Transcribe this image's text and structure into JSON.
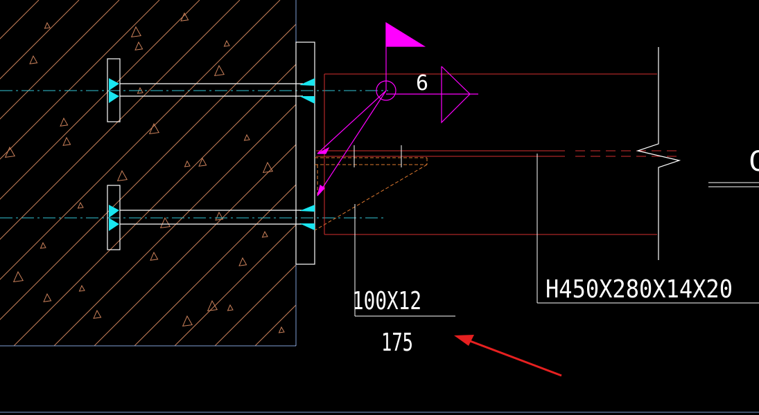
{
  "drawing": {
    "plate_label": "100X12",
    "plate_length": "175",
    "beam_label": "H450X280X14X20",
    "weld_size": "6",
    "cut_off_label": "C"
  },
  "colors": {
    "background": "#000000",
    "concrete_hatch": "#c9805a",
    "concrete_edge": "#7f9fd6",
    "steel_outline": "#ffffff",
    "beam_red": "#d63030",
    "centerline_cyan": "#35c8d8",
    "weld_fill_cyan": "#19e6f0",
    "weld_symbol_magenta": "#ff00ff",
    "stiffener_dashed_orange": "#e07a30",
    "annotation_arrow_red": "#e62020"
  },
  "icons": {
    "weld_flag": "field-weld-flag-icon",
    "weld_arrow": "weld-arrowhead-icon",
    "break_line": "break-line-icon"
  }
}
